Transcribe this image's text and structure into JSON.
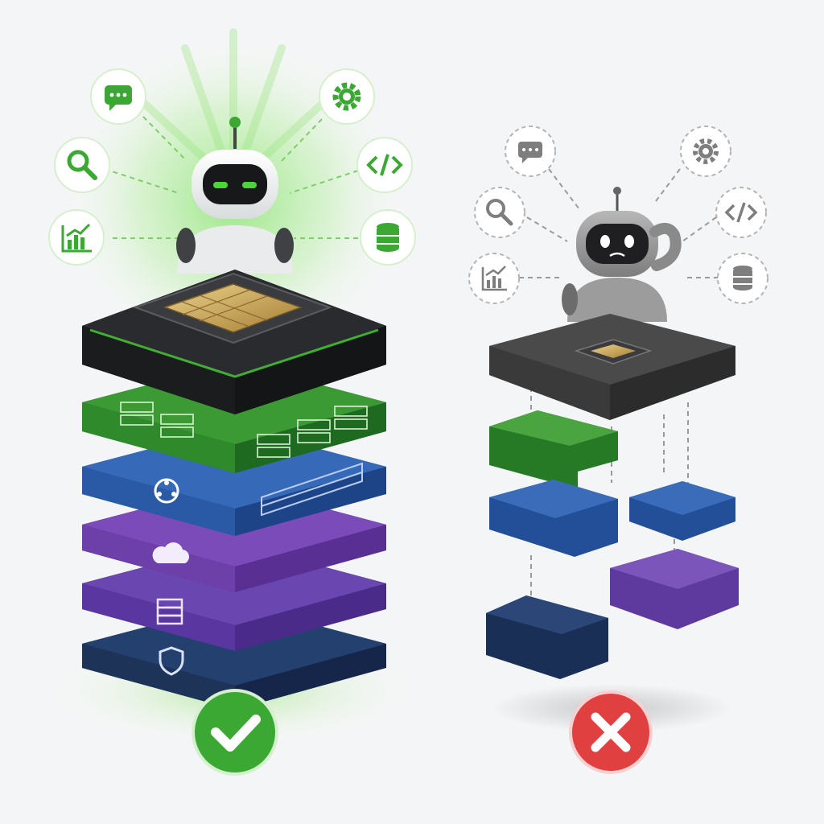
{
  "colors": {
    "background": "#f4f5f6",
    "accent_green": "#4cd43a",
    "layer_black": "#1b1c1e",
    "layer_green": "#2f8a2c",
    "layer_blue": "#2a5aa6",
    "layer_purple": "#6d3fa8",
    "layer_purple_dark": "#5a36a0",
    "layer_navy": "#1d3358",
    "robot_gray": "#8e8e8e",
    "check_green": "#3aa832",
    "cross_red": "#e04040"
  },
  "left_panel": {
    "state": "integrated",
    "robot": "happy-robot",
    "icons": [
      "chat-icon",
      "search-icon",
      "chart-icon",
      "gear-icon",
      "code-icon",
      "database-icon"
    ],
    "layers": [
      {
        "color": "layer_black",
        "icon": "chip-icon"
      },
      {
        "color": "layer_green",
        "icon": "server-rack-icon"
      },
      {
        "color": "layer_blue",
        "icon": "network-icon"
      },
      {
        "color": "layer_purple",
        "icon": "cloud-icon"
      },
      {
        "color": "layer_purple_dark",
        "icon": "storage-icon"
      },
      {
        "color": "layer_navy",
        "icon": "shield-icon"
      }
    ],
    "badge": "check-icon"
  },
  "right_panel": {
    "state": "fragmented",
    "robot": "confused-robot",
    "icons": [
      "chat-icon",
      "search-icon",
      "chart-icon",
      "gear-icon",
      "code-icon",
      "database-icon"
    ],
    "blocks": [
      "layer_black",
      "layer_green",
      "layer_blue",
      "layer_blue",
      "layer_purple",
      "layer_navy"
    ],
    "badge": "cross-icon"
  }
}
